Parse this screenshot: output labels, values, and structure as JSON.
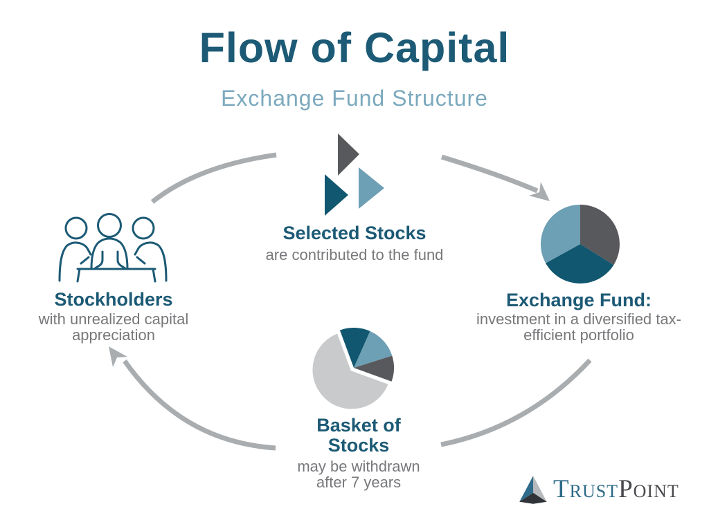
{
  "header": {
    "title": "Flow of Capital",
    "subtitle": "Exchange Fund Structure"
  },
  "nodes": {
    "selected_stocks": {
      "icon": "three-arrows-right-icon",
      "label": "Selected Stocks",
      "description": "are contributed to the fund"
    },
    "exchange_fund": {
      "icon": "pie-chart-three-slices-icon",
      "label": "Exchange Fund:",
      "description_line1": "investment in a diversified tax-",
      "description_line2": "efficient portfolio",
      "pie_slices_degrees": [
        122,
        119,
        119
      ]
    },
    "basket_of_stocks": {
      "icon": "pie-chart-exploded-slice-icon",
      "label_line1": "Basket of",
      "label_line2": "Stocks",
      "description_line1": "may be withdrawn",
      "description_line2": "after 7 years",
      "pie_slices_degrees": [
        44,
        49,
        37,
        230
      ]
    },
    "stockholders": {
      "icon": "three-people-at-table-icon",
      "label": "Stockholders",
      "description_line1": "with unrealized capital",
      "description_line2": "appreciation"
    }
  },
  "logo": {
    "brand_part1": "Trust",
    "brand_part2": "Point"
  },
  "palette": {
    "title_teal": "#1c5a75",
    "subtitle_blue": "#7ba9bd",
    "body_gray": "#77787b",
    "arrow_gray": "#a9adb0",
    "dark_teal": "#10576f",
    "steel_blue": "#6d9fb5",
    "dark_gray": "#58595c",
    "light_gray": "#c8cacc",
    "logo_teal": "#2f6c8b",
    "logo_silver": "#b6babd",
    "logo_dark": "#303337"
  }
}
